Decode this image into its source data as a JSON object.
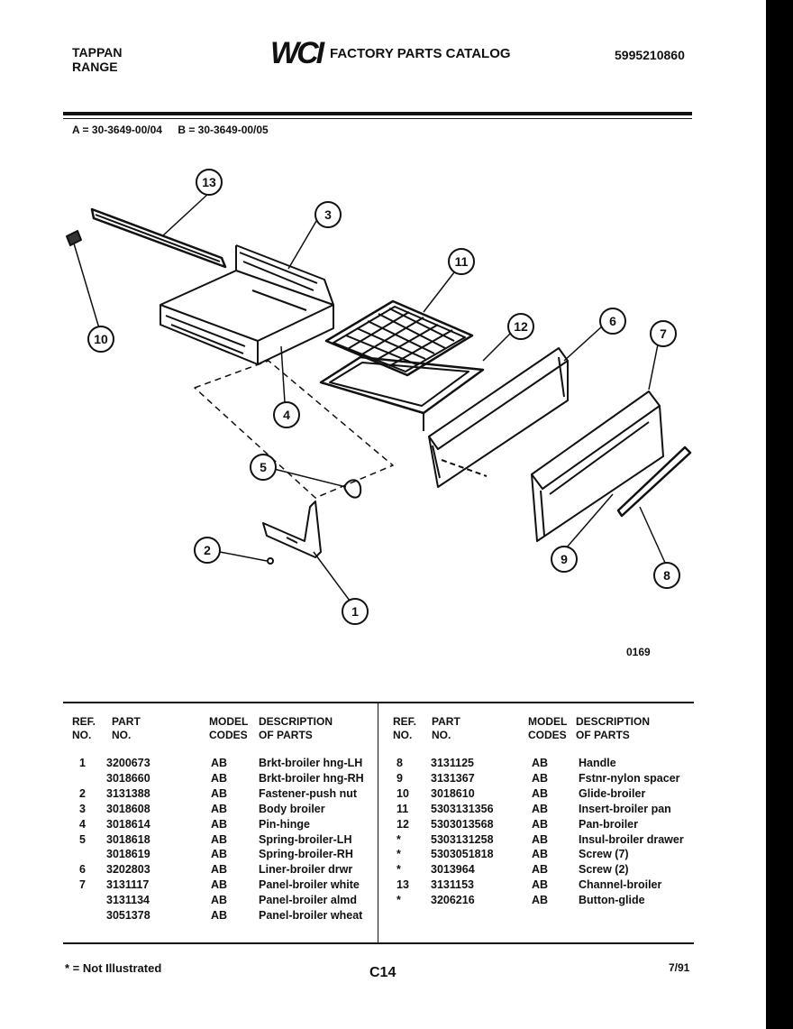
{
  "header": {
    "brand_line1": "TAPPAN",
    "brand_line2": "RANGE",
    "logo": "WCI",
    "catalog_title": "FACTORY PARTS CATALOG",
    "catalog_number": "5995210860"
  },
  "models": {
    "a": "A = 30-3649-00/04",
    "b": "B = 30-3649-00/05"
  },
  "diagram": {
    "code": "0169",
    "callouts": [
      "1",
      "2",
      "3",
      "4",
      "5",
      "6",
      "7",
      "8",
      "9",
      "10",
      "11",
      "12",
      "13"
    ]
  },
  "table": {
    "headers": {
      "ref_no": [
        "REF.",
        "NO."
      ],
      "part_no": [
        "PART",
        "NO."
      ],
      "model_codes": [
        "MODEL",
        "CODES"
      ],
      "description": [
        "DESCRIPTION",
        "OF PARTS"
      ]
    },
    "left": [
      {
        "ref": "1",
        "part": "3200673",
        "codes": "AB",
        "desc": "Brkt-broiler hng-LH"
      },
      {
        "ref": "",
        "part": "3018660",
        "codes": "AB",
        "desc": "Brkt-broiler hng-RH"
      },
      {
        "ref": "2",
        "part": "3131388",
        "codes": "AB",
        "desc": "Fastener-push nut"
      },
      {
        "ref": "3",
        "part": "3018608",
        "codes": "AB",
        "desc": "Body broiler"
      },
      {
        "ref": "4",
        "part": "3018614",
        "codes": "AB",
        "desc": "Pin-hinge"
      },
      {
        "ref": "5",
        "part": "3018618",
        "codes": "AB",
        "desc": "Spring-broiler-LH"
      },
      {
        "ref": "",
        "part": "3018619",
        "codes": "AB",
        "desc": "Spring-broiler-RH"
      },
      {
        "ref": "6",
        "part": "3202803",
        "codes": "AB",
        "desc": "Liner-broiler drwr"
      },
      {
        "ref": "7",
        "part": "3131117",
        "codes": "AB",
        "desc": "Panel-broiler white"
      },
      {
        "ref": "",
        "part": "3131134",
        "codes": "AB",
        "desc": "Panel-broiler almd"
      },
      {
        "ref": "",
        "part": "3051378",
        "codes": "AB",
        "desc": "Panel-broiler wheat"
      }
    ],
    "right": [
      {
        "ref": "8",
        "part": "3131125",
        "codes": "AB",
        "desc": "Handle"
      },
      {
        "ref": "9",
        "part": "3131367",
        "codes": "AB",
        "desc": "Fstnr-nylon spacer"
      },
      {
        "ref": "10",
        "part": "3018610",
        "codes": "AB",
        "desc": "Glide-broiler"
      },
      {
        "ref": "11",
        "part": "5303131356",
        "codes": "AB",
        "desc": "Insert-broiler pan"
      },
      {
        "ref": "12",
        "part": "5303013568",
        "codes": "AB",
        "desc": "Pan-broiler"
      },
      {
        "ref": "*",
        "part": "5303131258",
        "codes": "AB",
        "desc": "Insul-broiler drawer"
      },
      {
        "ref": "*",
        "part": "5303051818",
        "codes": "AB",
        "desc": "Screw (7)"
      },
      {
        "ref": "*",
        "part": "3013964",
        "codes": "AB",
        "desc": "Screw (2)"
      },
      {
        "ref": "13",
        "part": "3131153",
        "codes": "AB",
        "desc": "Channel-broiler"
      },
      {
        "ref": "*",
        "part": "3206216",
        "codes": "AB",
        "desc": "Button-glide"
      }
    ]
  },
  "footer": {
    "legend": "* = Not Illustrated",
    "page": "C14",
    "date": "7/91"
  }
}
